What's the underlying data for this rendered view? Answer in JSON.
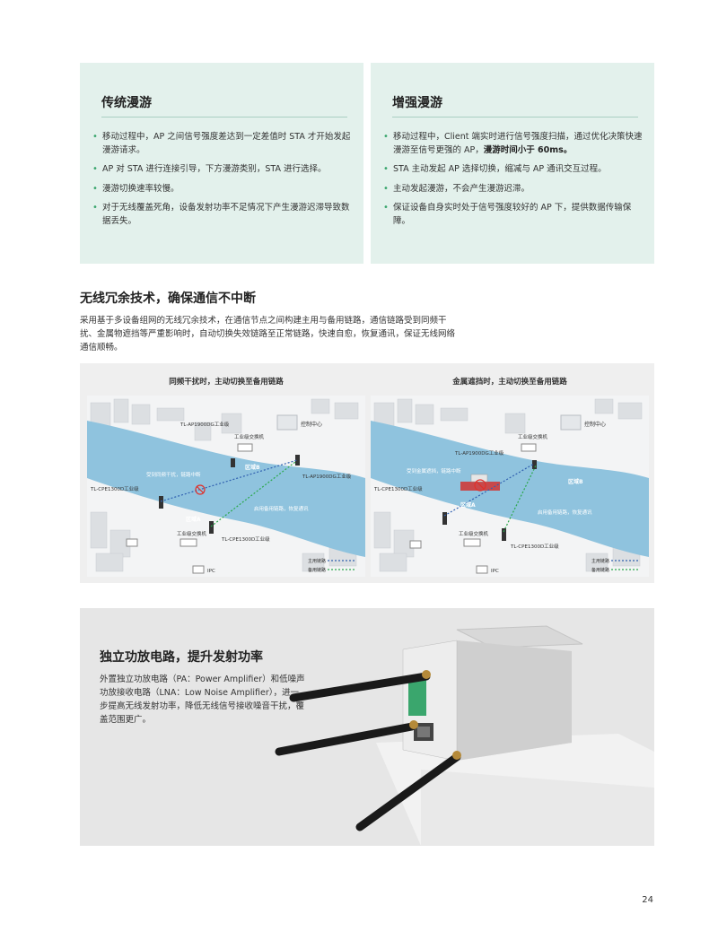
{
  "traditional": {
    "title": "传统漫游",
    "items": [
      "移动过程中，AP 之间信号强度差达到一定差值时 STA 才开始发起漫游请求。",
      "AP 对 STA 进行连接引导，下方漫游类别，STA 进行选择。",
      "漫游切换速率较慢。",
      "对于无线覆盖死角，设备发射功率不足情况下产生漫游迟滞导致数据丢失。"
    ]
  },
  "enhanced": {
    "title": "增强漫游",
    "item1_pre": "移动过程中，Client 端实时进行信号强度扫描，通过优化决策快速漫游至信号更强的 AP，",
    "item1_bold": "漫游时间小于 60ms。",
    "items": [
      "STA 主动发起 AP 选择切换，缩减与 AP 通讯交互过程。",
      "主动发起漫游，不会产生漫游迟滞。",
      "保证设备自身实时处于信号强度较好的 AP 下，提供数据传输保障。"
    ]
  },
  "redundancy": {
    "title": "无线冗余技术，确保通信不中断",
    "text": "采用基于多设备组网的无线冗余技术，在通信节点之间构建主用与备用链路，通信链路受到同频干扰、金属物遮挡等严重影响时，自动切换失效链路至正常链路，快速自愈，恢复通讯，保证无线网络通信顺畅。"
  },
  "diagrams": {
    "left_caption": "同频干扰时，主动切换至备用链路",
    "right_caption": "金属遮挡时，主动切换至备用链路",
    "labels": {
      "ap": "TL-AP1900DG工业级",
      "switch": "工业级交换机",
      "control": "控制中心",
      "cpe": "TL-CPE1300D工业级",
      "ipc": "IPC",
      "zone_a": "区域A",
      "zone_b": "区域B",
      "interference": "受到同频干扰，链路中断",
      "metal": "受到金属遮挡，链路中断",
      "backup_msg": "启用备用链路，恢复通讯",
      "legend_main": "主用链路",
      "legend_backup": "备用链路"
    },
    "colors": {
      "river": "#8fc3de",
      "main_link": "#3060b0",
      "backup_link": "#2aa84a",
      "alert": "#e0302a"
    }
  },
  "product": {
    "title": "独立功放电路，提升发射功率",
    "text": "外置独立功放电路（PA：Power Amplifier）和低噪声功放接收电路（LNA：Low Noise Amplifier），进一步提高无线发射功率，降低无线信号接收噪音干扰，覆盖范围更广。"
  },
  "page_number": "24",
  "colors": {
    "card_bg": "#e3f1ec",
    "bullet": "#3aa66d",
    "accent": "#3aa66d"
  }
}
